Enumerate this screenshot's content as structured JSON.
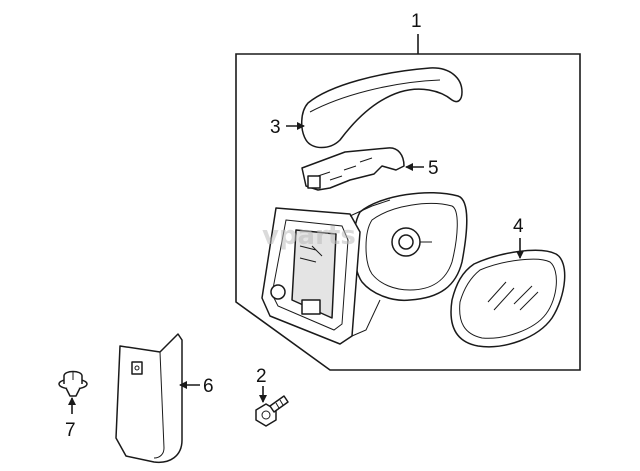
{
  "callouts": {
    "c1": "1",
    "c2": "2",
    "c3": "3",
    "c4": "4",
    "c5": "5",
    "c6": "6",
    "c7": "7"
  },
  "watermark": "vparts",
  "colors": {
    "line": "#1a1a1a",
    "shade": "#e4e4e4",
    "background": "#ffffff"
  }
}
